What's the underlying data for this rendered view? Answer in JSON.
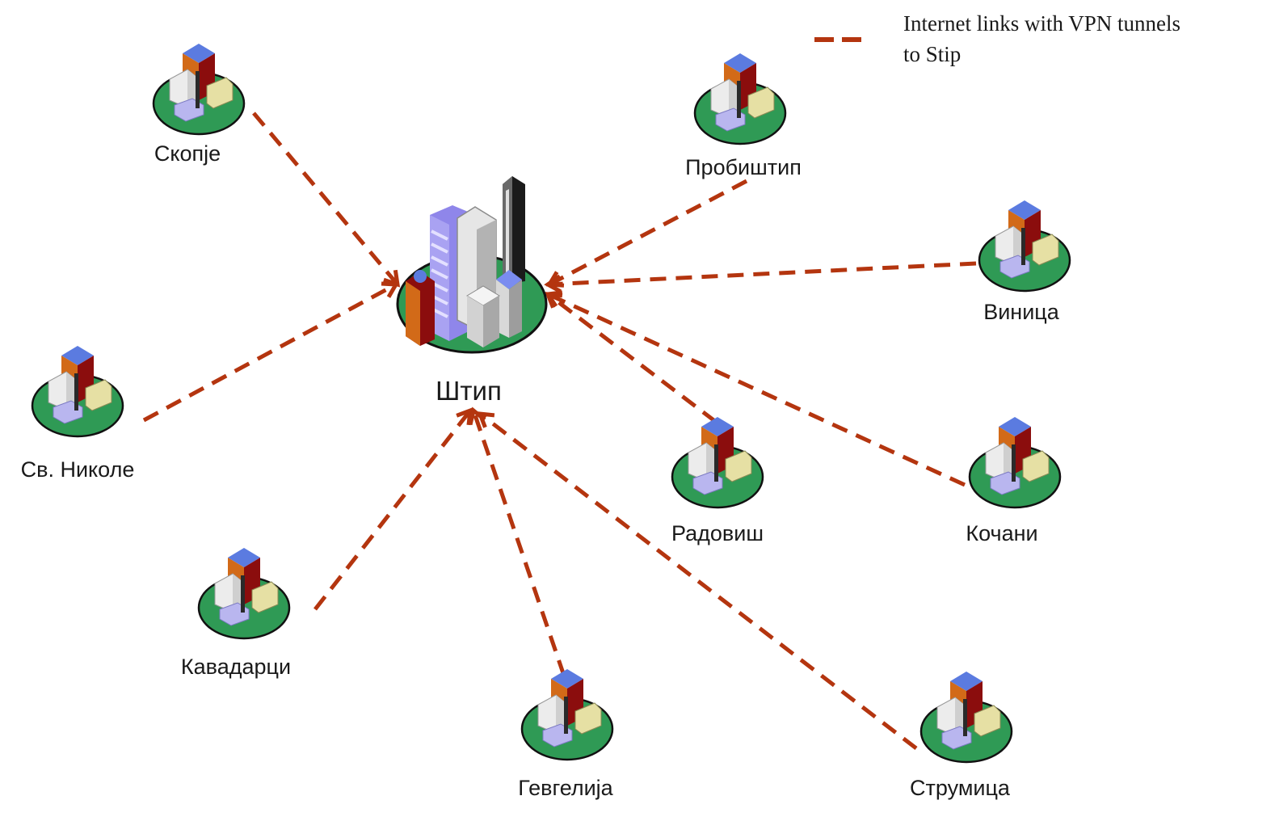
{
  "legend": {
    "line_color": "#b4350f",
    "text_line1": "Internet links with  VPN tunnels",
    "text_line2": "to Stip"
  },
  "hub": {
    "id": "stip",
    "label": "Штип",
    "icon": "city-skyscrapers-icon"
  },
  "sites": [
    {
      "id": "skopje",
      "label": "Скопје",
      "icon": "town-building-icon"
    },
    {
      "id": "probishtip",
      "label": "Пробиштип",
      "icon": "town-building-icon"
    },
    {
      "id": "vinica",
      "label": "Виница",
      "icon": "town-building-icon"
    },
    {
      "id": "sv-nikole",
      "label": "Св. Николе",
      "icon": "town-building-icon"
    },
    {
      "id": "radovish",
      "label": "Радовиш",
      "icon": "town-building-icon"
    },
    {
      "id": "kochani",
      "label": "Кочани",
      "icon": "town-building-icon"
    },
    {
      "id": "kavadarci",
      "label": "Кавадарци",
      "icon": "town-building-icon"
    },
    {
      "id": "gevgelija",
      "label": "Гевгелија",
      "icon": "town-building-icon"
    },
    {
      "id": "strumica",
      "label": "Струмица",
      "icon": "town-building-icon"
    }
  ],
  "links": [
    {
      "from": "skopje",
      "to": "stip"
    },
    {
      "from": "sv-nikole",
      "to": "stip"
    },
    {
      "from": "probishtip",
      "to": "stip"
    },
    {
      "from": "vinica",
      "to": "stip"
    },
    {
      "from": "radovish",
      "to": "stip"
    },
    {
      "from": "kochani",
      "to": "stip"
    },
    {
      "from": "kavadarci",
      "to": "stip"
    },
    {
      "from": "gevgelija",
      "to": "stip"
    },
    {
      "from": "strumica",
      "to": "stip"
    }
  ]
}
